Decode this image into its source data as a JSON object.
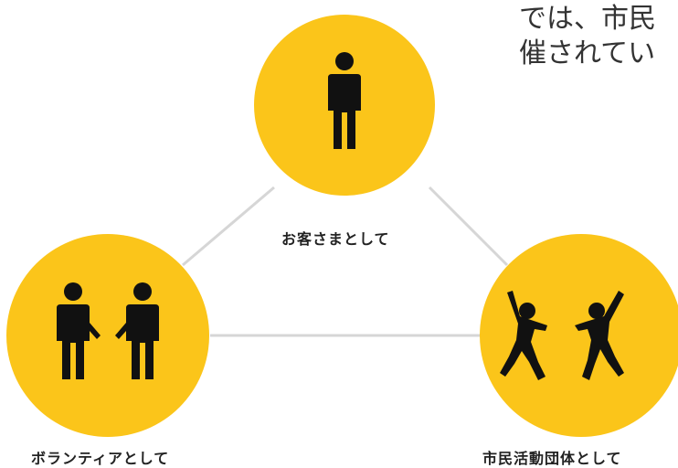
{
  "intro_text": "では、市民\n催されてい",
  "colors": {
    "circle_fill": "#fbc51a",
    "connector": "#d6d6d6",
    "figure": "#111111"
  },
  "nodes": [
    {
      "label": "お客さまとして",
      "icon": "single-person-icon"
    },
    {
      "label": "ボランティアとして",
      "icon": "two-people-icon"
    },
    {
      "label": "市民活動団体として",
      "icon": "two-people-dancing-icon"
    }
  ]
}
